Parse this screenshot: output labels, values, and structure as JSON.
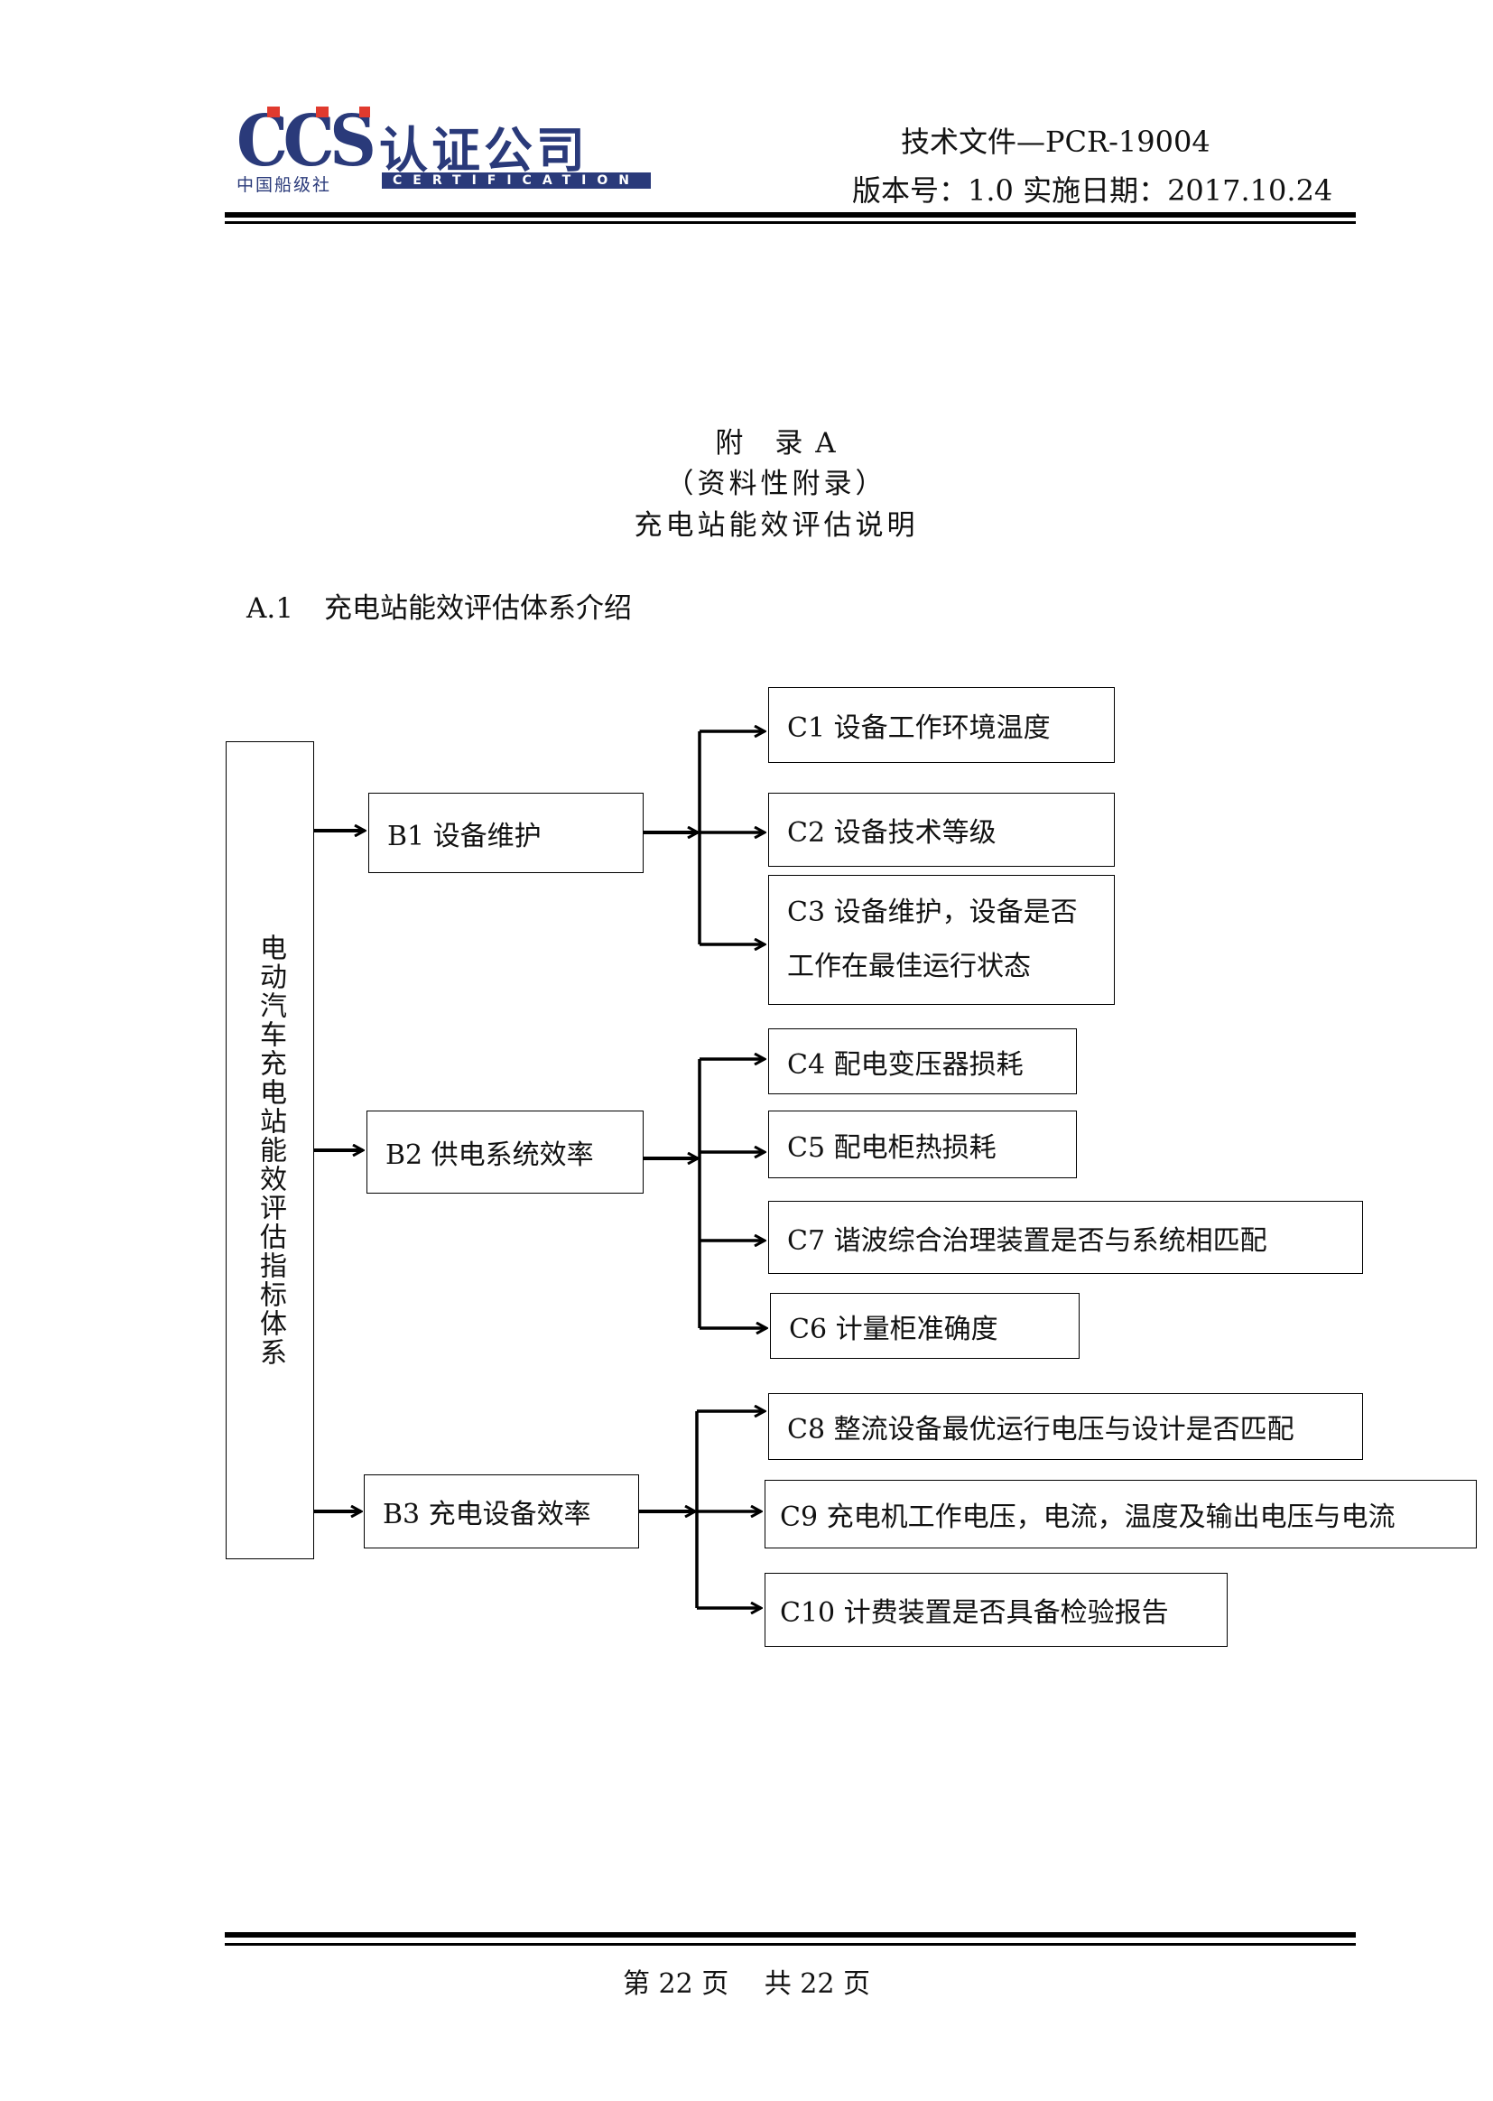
{
  "header": {
    "logo": {
      "brand": "CCS",
      "company_cn": "认证公司",
      "parent_cn": "中国船级社",
      "tagline": "CERTIFICATION",
      "colors": {
        "navy": "#2a3a7a",
        "red": "#e03a2e"
      }
    },
    "doc_number": "技术文件—PCR-19004",
    "version_line": "版本号：1.0 实施日期：2017.10.24"
  },
  "appendix": {
    "title": "附　录 A",
    "subtitle": "（资料性附录）",
    "heading": "充电站能效评估说明"
  },
  "section": {
    "number": "A.1",
    "title": "充电站能效评估体系介绍"
  },
  "diagram": {
    "root": "电动汽车充电站能效评估指标体系",
    "groups": [
      {
        "label": "B1 设备维护",
        "children": [
          {
            "lines": [
              "C1 设备工作环境温度"
            ]
          },
          {
            "lines": [
              "C2 设备技术等级"
            ]
          },
          {
            "lines": [
              "C3 设备维护，设备是否",
              "工作在最佳运行状态"
            ]
          }
        ]
      },
      {
        "label": "B2 供电系统效率",
        "children": [
          {
            "lines": [
              "C4 配电变压器损耗"
            ]
          },
          {
            "lines": [
              "C5 配电柜热损耗"
            ]
          },
          {
            "lines": [
              "C7 谐波综合治理装置是否与系统相匹配"
            ]
          },
          {
            "lines": [
              "C6 计量柜准确度"
            ]
          }
        ]
      },
      {
        "label": "B3 充电设备效率",
        "children": [
          {
            "lines": [
              "C8 整流设备最优运行电压与设计是否匹配"
            ]
          },
          {
            "lines": [
              "C9 充电机工作电压，电流，温度及输出电压与电流"
            ]
          },
          {
            "lines": [
              "C10 计费装置是否具备检验报告"
            ]
          }
        ]
      }
    ]
  },
  "footer": {
    "page_info": "第 22 页　 共 22 页"
  }
}
